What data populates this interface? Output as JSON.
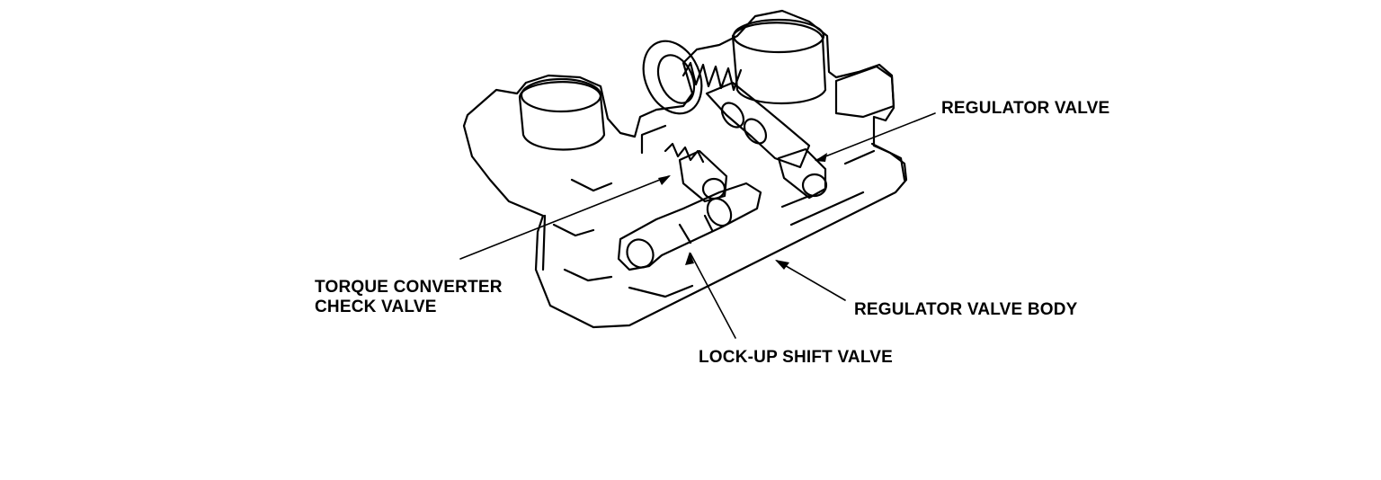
{
  "labels": {
    "regulator_valve": "REGULATOR VALVE",
    "torque_converter_check_valve": {
      "line1": "TORQUE CONVERTER",
      "line2": "CHECK VALVE"
    },
    "regulator_valve_body": "REGULATOR VALVE BODY",
    "lock_up_shift_valve": "LOCK-UP SHIFT VALVE"
  },
  "colors": {
    "ink": "#000000",
    "paper": "#ffffff"
  }
}
